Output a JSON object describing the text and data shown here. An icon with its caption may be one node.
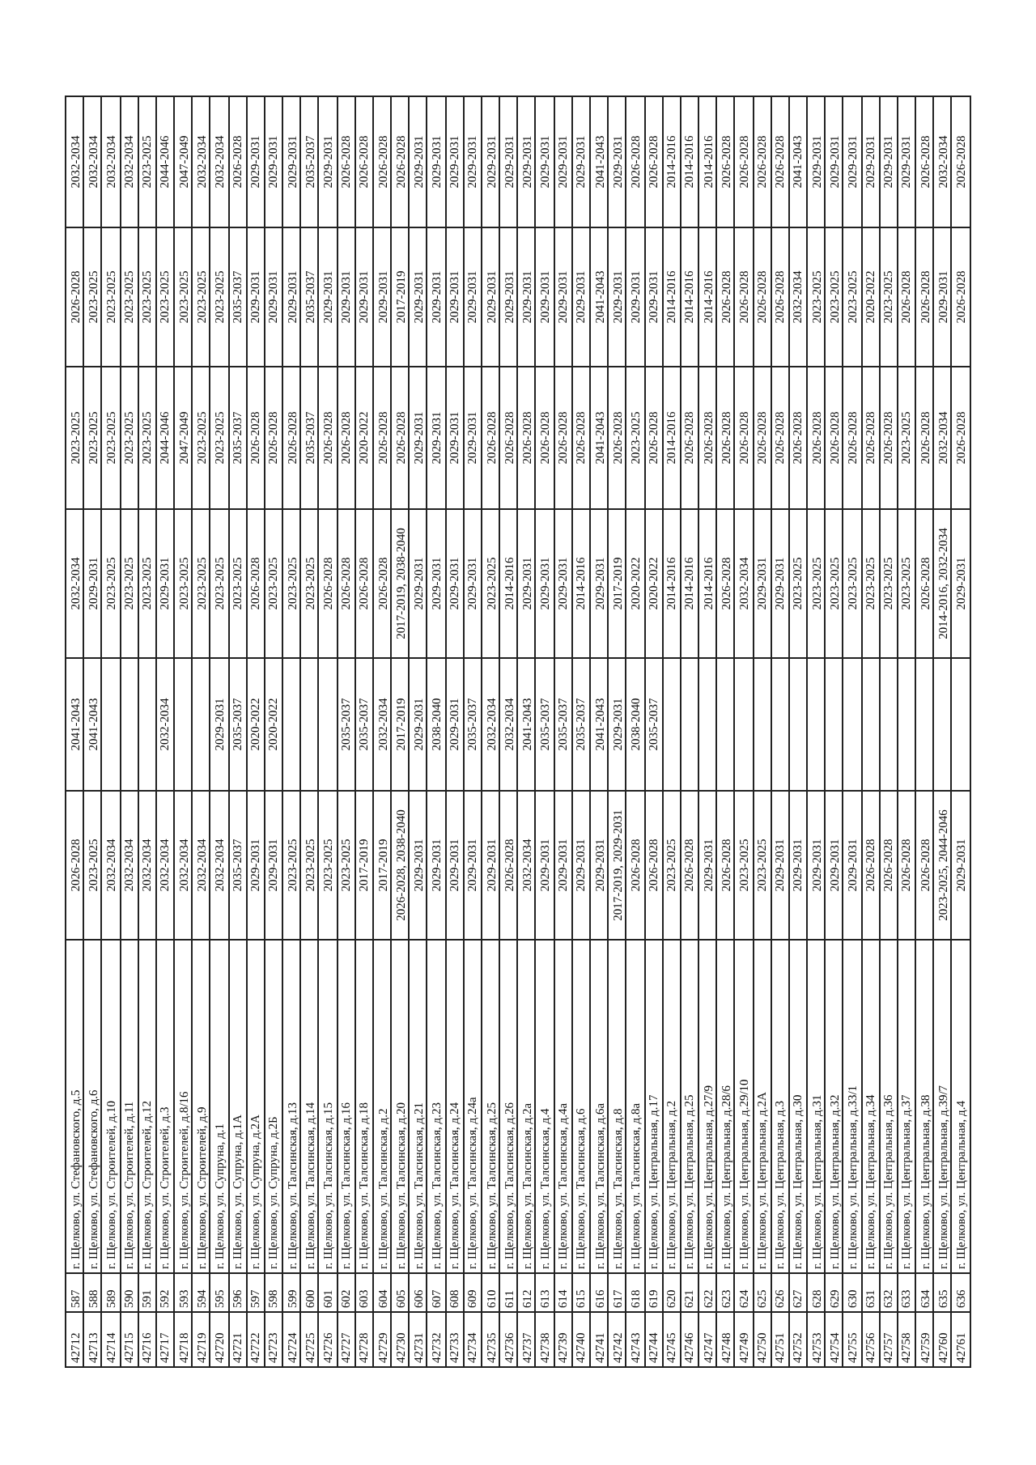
{
  "diagram": {
    "labels": [
      "42712",
      "587",
      "г. Щелково, ул. Стефановского, д.5",
      "2026-2028",
      "2041-2043",
      "2032-2034",
      "2023-2025",
      "2026-2028",
      "2032-2034",
      "42713",
      "588",
      "г. Щелково, ул. Стефановского, д.6",
      "2023-2025",
      "2041-2043",
      "2029-2031",
      "2023-2025",
      "2023-2025",
      "2032-2034",
      "42714",
      "589",
      "г. Щелково, ул. Строителей, д.10",
      "2032-2034",
      "2023-2025",
      "2023-2025",
      "2023-2025",
      "2032-2034",
      "42715",
      "590",
      "г. Щелково, ул. Строителей, д.11",
      "2032-2034",
      "2023-2025",
      "2023-2025",
      "2023-2025",
      "2032-2034",
      "42716",
      "591",
      "г. Щелково, ул. Строителей, д.12",
      "2032-2034",
      "2023-2025",
      "2023-2025",
      "2023-2025",
      "2023-2025",
      "42717",
      "592",
      "г. Щелково, ул. Строителей, д.3",
      "2032-2034",
      "2032-2034",
      "2029-2031",
      "2044-2046",
      "2023-2025",
      "2044-2046",
      "42718",
      "593",
      "г. Щелково, ул. Строителей, д.8/16",
      "2032-2034",
      "2023-2025",
      "2047-2049",
      "2023-2025",
      "2047-2049",
      "42719",
      "594",
      "г. Щелково, ул. Строителей, д.9",
      "2032-2034",
      "2023-2025",
      "2023-2025",
      "2023-2025",
      "2032-2034",
      "42720",
      "595",
      "г. Щелково, ул. Супруна, д.1",
      "2032-2034",
      "2029-2031",
      "2023-2025",
      "2023-2025",
      "2023-2025",
      "2032-2034",
      "42721",
      "596",
      "г. Щелково, ул. Супруна, д.1А",
      "2035-2037",
      "2035-2037",
      "2023-2025",
      "2035-2037",
      "2035-2037",
      "2026-2028",
      "42722",
      "597",
      "г. Щелково, ул. Супруна, д.2А",
      "2029-2031",
      "2020-2022",
      "2026-2028",
      "2026-2028",
      "2029-2031",
      "2029-2031",
      "42723",
      "598",
      "г. Щелково, ул. Супруна, д.2Б",
      "2029-2031",
      "2020-2022",
      "2023-2025",
      "2026-2028",
      "2029-2031",
      "2029-2031",
      "42724",
      "599",
      "г. Щелково, ул. Талсинская, д.13",
      "2023-2025",
      "2023-2025",
      "2026-2028",
      "2029-2031",
      "2029-2031",
      "42725",
      "600",
      "г. Щелково, ул. Талсинская, д.14",
      "2023-2025",
      "2023-2025",
      "2035-2037",
      "2035-2037",
      "2035-2037",
      "42726",
      "601",
      "г. Щелково, ул. Талсинская, д.15",
      "2023-2025",
      "2026-2028",
      "2026-2028",
      "2029-2031",
      "2029-2031",
      "42727",
      "602",
      "г. Щелково, ул. Талсинская, д.16",
      "2023-2025",
      "2035-2037",
      "2026-2028",
      "2026-2028",
      "2029-2031",
      "2026-2028",
      "42728",
      "603",
      "г. Щелково, ул. Талсинская, д.18",
      "2017-2019",
      "2035-2037",
      "2026-2028",
      "2020-2022",
      "2029-2031",
      "2026-2028",
      "42729",
      "604",
      "г. Щелково, ул. Талсинская, д.2",
      "2017-2019",
      "2032-2034",
      "2026-2028",
      "2026-2028",
      "2029-2031",
      "2026-2028",
      "42730",
      "605",
      "г. Щелково, ул. Талсинская, д.20",
      "2026-2028, 2038-2040",
      "2017-2019",
      "2017-2019, 2038-2040",
      "2026-2028",
      "2017-2019",
      "2026-2028",
      "42731",
      "606",
      "г. Щелково, ул. Талсинская, д.21",
      "2029-2031",
      "2029-2031",
      "2029-2031",
      "2029-2031",
      "2029-2031",
      "2029-2031",
      "42732",
      "607",
      "г. Щелково, ул. Талсинская, д.23",
      "2029-2031",
      "2038-2040",
      "2029-2031",
      "2029-2031",
      "2029-2031",
      "2029-2031",
      "42733",
      "608",
      "г. Щелково, ул. Талсинская, д.24",
      "2029-2031",
      "2029-2031",
      "2029-2031",
      "2029-2031",
      "2029-2031",
      "2029-2031",
      "42734",
      "609",
      "г. Щелково, ул. Талсинская, д.24а",
      "2029-2031",
      "2035-2037",
      "2029-2031",
      "2029-2031",
      "2029-2031",
      "2029-2031",
      "42735",
      "610",
      "г. Щелково, ул. Талсинская, д.25",
      "2029-2031",
      "2032-2034",
      "2023-2025",
      "2026-2028",
      "2029-2031",
      "2029-2031",
      "42736",
      "611",
      "г. Щелково, ул. Талсинская, д.26",
      "2026-2028",
      "2032-2034",
      "2014-2016",
      "2026-2028",
      "2029-2031",
      "2029-2031",
      "42737",
      "612",
      "г. Щелково, ул. Талсинская, д.2а",
      "2032-2034",
      "2041-2043",
      "2029-2031",
      "2026-2028",
      "2029-2031",
      "2029-2031",
      "42738",
      "613",
      "г. Щелково, ул. Талсинская, д.4",
      "2029-2031",
      "2035-2037",
      "2029-2031",
      "2026-2028",
      "2029-2031",
      "2029-2031",
      "42739",
      "614",
      "г. Щелково, ул. Талсинская, д.4а",
      "2029-2031",
      "2035-2037",
      "2029-2031",
      "2026-2028",
      "2029-2031",
      "2029-2031",
      "42740",
      "615",
      "г. Щелково, ул. Талсинская, д.6",
      "2029-2031",
      "2035-2037",
      "2014-2016",
      "2026-2028",
      "2029-2031",
      "2029-2031",
      "42741",
      "616",
      "г. Щелково, ул. Талсинская, д.6а",
      "2029-2031",
      "2041-2043",
      "2029-2031",
      "2041-2043",
      "2041-2043",
      "2041-2043",
      "42742",
      "617",
      "г. Щелково, ул. Талсинская, д.8",
      "2017-2019, 2029-2031",
      "2029-2031",
      "2017-2019",
      "2026-2028",
      "2029-2031",
      "2029-2031",
      "42743",
      "618",
      "г. Щелково, ул. Талсинская, д.8а",
      "2026-2028",
      "2038-2040",
      "2020-2022",
      "2023-2025",
      "2029-2031",
      "2026-2028",
      "42744",
      "619",
      "г. Щелково, ул. Центральная, д.17",
      "2026-2028",
      "2035-2037",
      "2020-2022",
      "2026-2028",
      "2029-2031",
      "2026-2028",
      "42745",
      "620",
      "г. Щелково, ул. Центральная, д.2",
      "2023-2025",
      "2014-2016",
      "2014-2016",
      "2014-2016",
      "2014-2016",
      "42746",
      "621",
      "г. Щелково, ул. Центральная, д.25",
      "2026-2028",
      "2014-2016",
      "2026-2028",
      "2014-2016",
      "2014-2016",
      "42747",
      "622",
      "г. Щелково, ул. Центральная, д.27/9",
      "2029-2031",
      "2014-2016",
      "2026-2028",
      "2014-2016",
      "2014-2016",
      "42748",
      "623",
      "г. Щелково, ул. Центральная, д.28/6",
      "2026-2028",
      "2026-2028",
      "2026-2028",
      "2026-2028",
      "2026-2028",
      "42749",
      "624",
      "г. Щелково, ул. Центральная, д.29/10",
      "2023-2025",
      "2032-2034",
      "2026-2028",
      "2026-2028",
      "2026-2028",
      "42750",
      "625",
      "г. Щелково, ул. Центральная, д.2А",
      "2023-2025",
      "2029-2031",
      "2026-2028",
      "2026-2028",
      "2026-2028",
      "42751",
      "626",
      "г. Щелково, ул. Центральная, д.3",
      "2029-2031",
      "2029-2031",
      "2026-2028",
      "2026-2028",
      "2026-2028",
      "42752",
      "627",
      "г. Щелково, ул. Центральная, д.30",
      "2029-2031",
      "2023-2025",
      "2026-2028",
      "2032-2034",
      "2041-2043",
      "42753",
      "628",
      "г. Щелково, ул. Центральная, д.31",
      "2029-2031",
      "2023-2025",
      "2026-2028",
      "2023-2025",
      "2029-2031",
      "42754",
      "629",
      "г. Щелково, ул. Центральная, д.32",
      "2029-2031",
      "2023-2025",
      "2026-2028",
      "2023-2025",
      "2029-2031",
      "42755",
      "630",
      "г. Щелково, ул. Центральная, д.33/1",
      "2029-2031",
      "2023-2025",
      "2026-2028",
      "2023-2025",
      "2029-2031",
      "42756",
      "631",
      "г. Щелково, ул. Центральная, д.34",
      "2026-2028",
      "2023-2025",
      "2026-2028",
      "2020-2022",
      "2029-2031",
      "42757",
      "632",
      "г. Щелково, ул. Центральная, д.36",
      "2026-2028",
      "2023-2025",
      "2026-2028",
      "2023-2025",
      "2029-2031",
      "42758",
      "633",
      "г. Щелково, ул. Центральная, д.37",
      "2026-2028",
      "2023-2025",
      "2023-2025",
      "2026-2028",
      "2029-2031",
      "42759",
      "634",
      "г. Щелково, ул. Центральная, д.38",
      "2026-2028",
      "2026-2028",
      "2026-2028",
      "2026-2028",
      "2026-2028",
      "42760",
      "635",
      "г. Щелково, ул. Центральная, д.39/7",
      "2023-2025, 2044-2046",
      "2014-2016, 2032-2034",
      "2032-2034",
      "2029-2031",
      "2032-2034",
      "42761",
      "636",
      "г. Щелково, ул. Центральная, д.4",
      "2029-2031",
      "2029-2031",
      "2026-2028",
      "2026-2028",
      "2026-2028"
    ]
  }
}
